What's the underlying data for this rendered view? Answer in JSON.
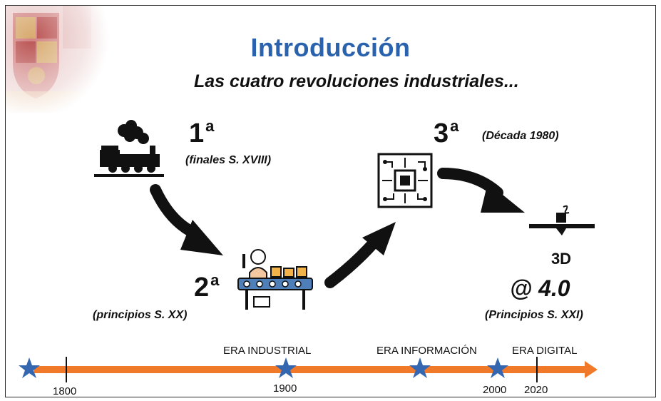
{
  "title": "Introducción",
  "subtitle": "Las cuatro revoluciones industriales...",
  "revolutions": [
    {
      "ordinal": "1",
      "sup": "a",
      "period": "(finales S. XVIII)",
      "icon": "steam-train-icon"
    },
    {
      "ordinal": "2",
      "sup": "a",
      "period": "(principios S. XX)",
      "icon": "assembly-line-worker-icon"
    },
    {
      "ordinal": "3",
      "sup": "a",
      "period": "(Década 1980)",
      "icon": "circuit-chip-icon"
    },
    {
      "ordinal": "@ 4.0",
      "period": "(Principios S. XXI)",
      "icon": "3d-printer-icon",
      "icon_label": "3D"
    }
  ],
  "timeline": {
    "eras": [
      "ERA INDUSTRIAL",
      "ERA INFORMACIÓN",
      "ERA DIGITAL"
    ],
    "years": [
      "1800",
      "1900",
      "2000",
      "2020"
    ],
    "line_color": "#f07a2a",
    "star_color": "#3566b0"
  },
  "colors": {
    "title": "#2a62ad"
  }
}
